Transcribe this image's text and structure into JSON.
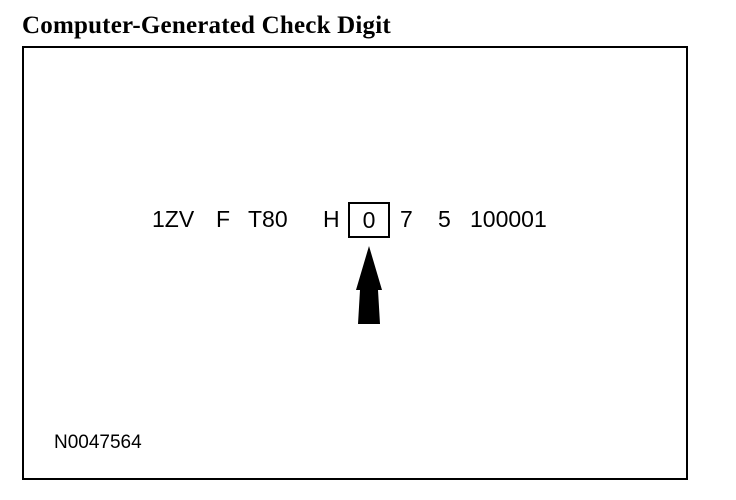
{
  "title": "Computer-Generated Check Digit",
  "vin_segments": [
    "1ZV",
    "F",
    "T80",
    "H",
    "0",
    "7",
    "5",
    "100001"
  ],
  "check_digit_label": "0",
  "reference_number": "N0047564"
}
